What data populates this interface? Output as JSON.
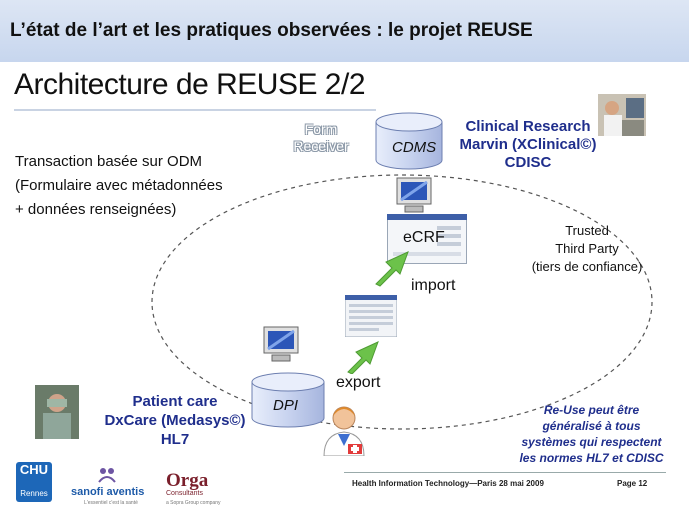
{
  "header": {
    "title": "L’état de l’art et les pratiques observées : le projet REUSE"
  },
  "slide": {
    "title": "Architecture de REUSE  2/2"
  },
  "transaction": {
    "line1": "Transaction basée sur ODM",
    "line2": "(Formulaire avec métadonnées",
    "line3": "+ données renseignées)"
  },
  "cdms": {
    "form_receiver_1": "Form",
    "form_receiver_2": "Receiver",
    "label": "CDMS"
  },
  "clinical": {
    "line1": "Clinical Research",
    "line2": "Marvin (XClinical©)",
    "line3": "CDISC"
  },
  "trusted": {
    "line1": "Trusted",
    "line2": "Third Party",
    "line3": "(tiers de confiance)"
  },
  "flow": {
    "ecrf": "eCRF",
    "import": "import",
    "export": "export",
    "dpi": "DPI"
  },
  "patient": {
    "line1": "Patient care",
    "line2": "DxCare (Medasys©)",
    "line3": "HL7"
  },
  "reuse_note": {
    "line1": "Re-Use peut être",
    "line2": "généralisé à tous",
    "line3": "systèmes qui respectent",
    "line4": "les normes  HL7 et CDISC"
  },
  "footer": {
    "text": "Health Information Technology—Paris 28 mai 2009",
    "page": "Page 12"
  },
  "logos": {
    "chu": "CHU",
    "chu_sub": "Rennes",
    "sanofi": "sanofi aventis",
    "sanofi_tag": "L'essentiel c'est la santé",
    "orga": "Orga",
    "orga_sub": "Consultants",
    "orga_tag": "a Sopra Group company"
  },
  "colors": {
    "accent": "#1f2e8c",
    "header_band": "#c7d6ee",
    "arrow": "#6cc24a",
    "cylinder": "#cfd8f0"
  }
}
